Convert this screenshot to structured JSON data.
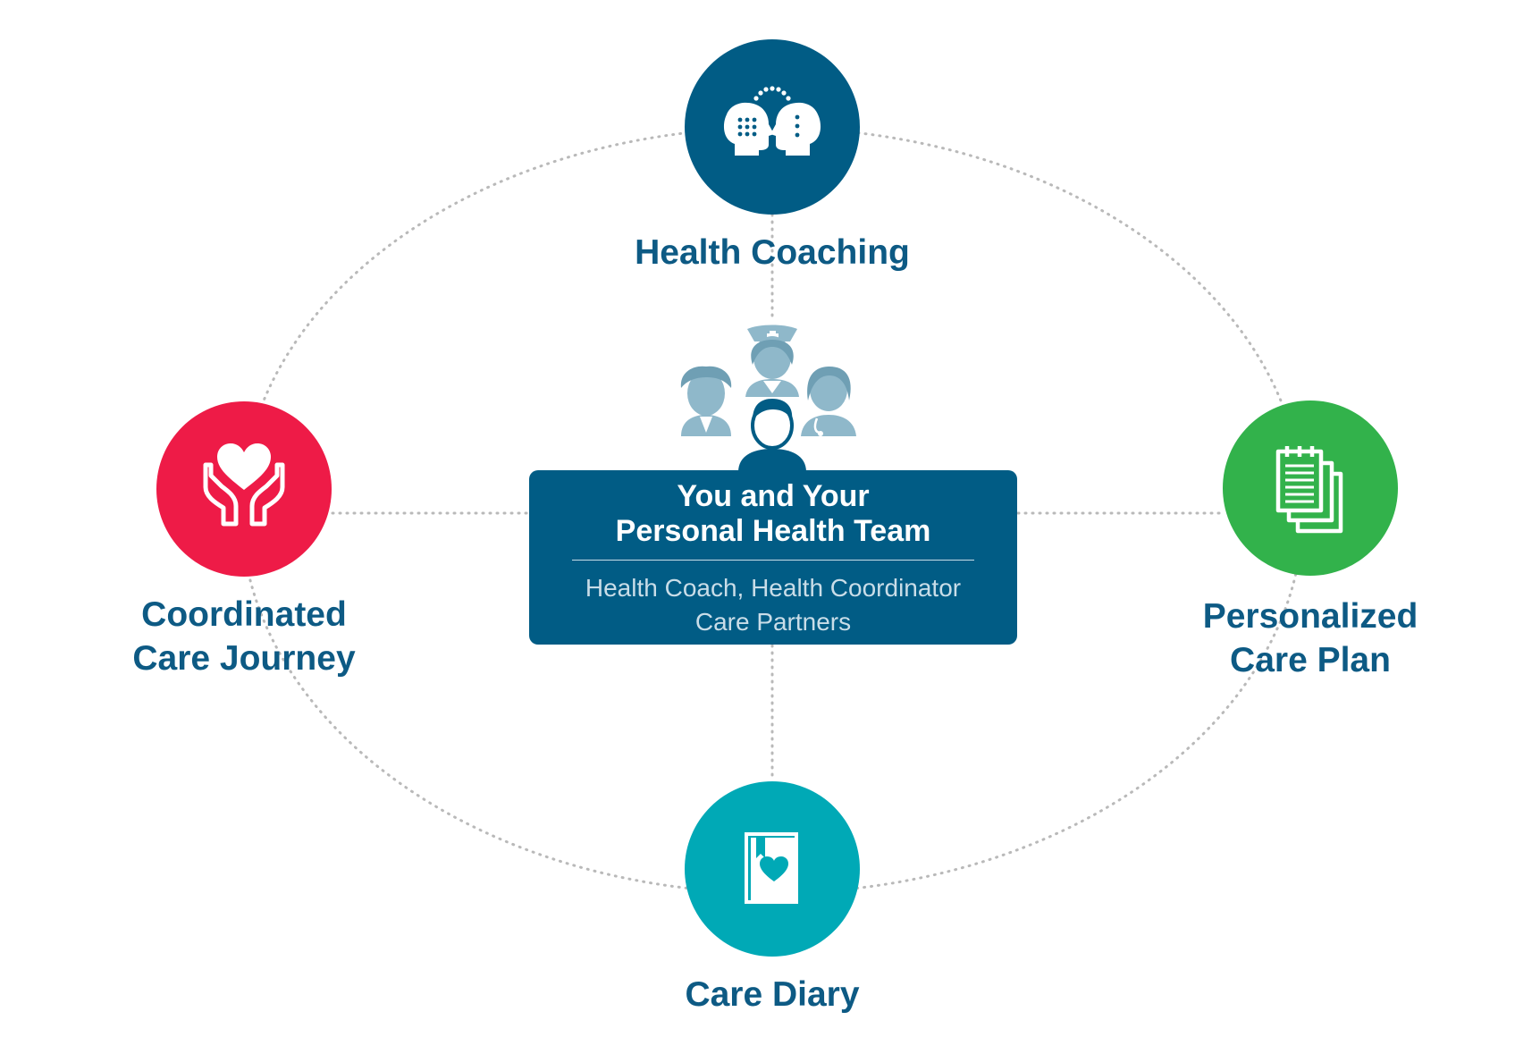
{
  "diagram": {
    "center": {
      "title_line1": "You and Your",
      "title_line2": "Personal Health Team",
      "subtitle_line1": "Health Coach, Health Coordinator",
      "subtitle_line2": "Care Partners"
    },
    "nodes": [
      {
        "id": "health-coaching",
        "lines": [
          "Health Coaching"
        ],
        "icon": "two-heads-icon",
        "color": "#015c85"
      },
      {
        "id": "coordinated-care-journey",
        "lines": [
          "Coordinated",
          "Care Journey"
        ],
        "icon": "hands-heart-icon",
        "color": "#ee1b47"
      },
      {
        "id": "personalized-care-plan",
        "lines": [
          "Personalized",
          "Care Plan"
        ],
        "icon": "documents-icon",
        "color": "#32b24b"
      },
      {
        "id": "care-diary",
        "lines": [
          "Care Diary"
        ],
        "icon": "diary-heart-icon",
        "color": "#00a9b6"
      }
    ],
    "team_icon": "care-team-icon",
    "colors": {
      "label_text": "#0d5a84",
      "center_box": "#015c85",
      "team_figures": "#8fb8ca",
      "dotted_lines": "#b9b9b9"
    }
  }
}
